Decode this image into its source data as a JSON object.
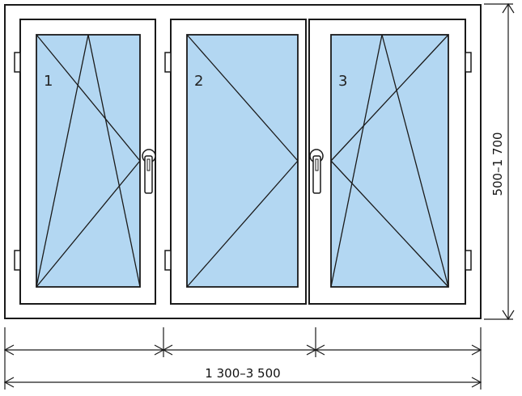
{
  "colors": {
    "glass": "#b3d7f2",
    "frame": "#ffffff",
    "stroke": "#1a1a1a"
  },
  "sashes": [
    {
      "number": "1",
      "opening": "tilt-turn",
      "hinge_side": "left",
      "handle": "right"
    },
    {
      "number": "2",
      "opening": "turn",
      "hinge_side": "left",
      "handle": "none"
    },
    {
      "number": "3",
      "opening": "tilt-turn",
      "hinge_side": "right",
      "handle": "left"
    }
  ],
  "dimensions": {
    "width_label": "1 300–3 500",
    "height_label": "500–1 700"
  }
}
